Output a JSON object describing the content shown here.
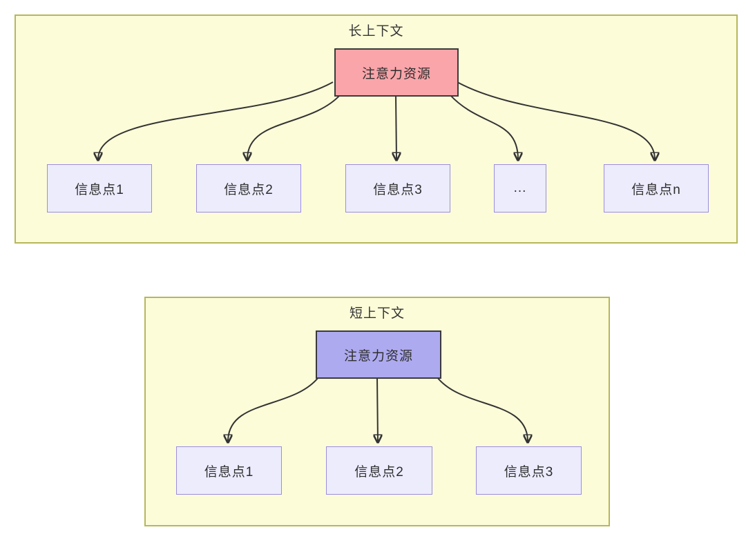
{
  "page": {
    "background": "#ffffff"
  },
  "colors": {
    "container_fill": "#fcfcd9",
    "container_border": "#b6b65c",
    "target_node_fill": "#ececfd",
    "target_node_border": "#9b8ce0",
    "source_node_border": "#3a3a3a",
    "arrow": "#333333",
    "text": "#333333"
  },
  "diagrams": [
    {
      "title": "长上下文",
      "source_label": "注意力资源",
      "source_fill": "#f9a5aa",
      "targets": [
        "信息点1",
        "信息点2",
        "信息点3",
        "...",
        "信息点n"
      ]
    },
    {
      "title": "短上下文",
      "source_label": "注意力资源",
      "source_fill": "#aeaaf0",
      "targets": [
        "信息点1",
        "信息点2",
        "信息点3"
      ]
    }
  ]
}
